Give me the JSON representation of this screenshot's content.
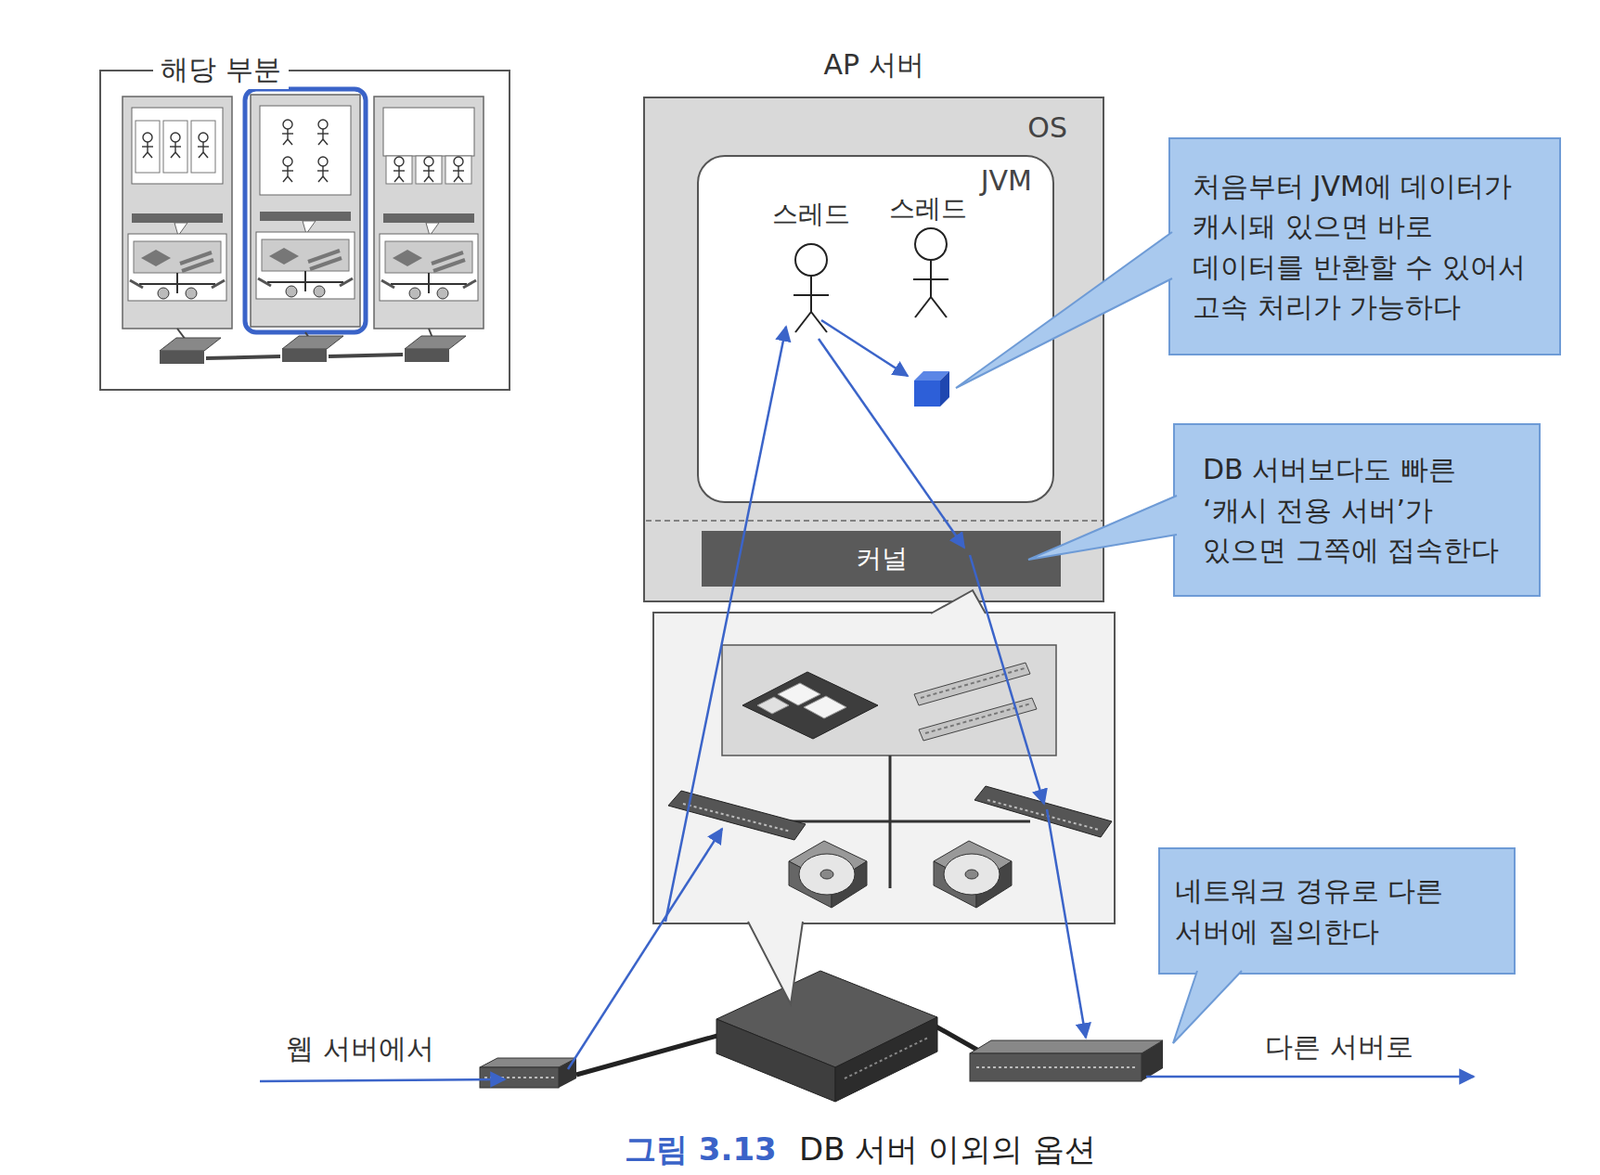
{
  "diagram": {
    "caption": "DB 서버 이외의 옵션",
    "nodes": [
      {
        "text": [
          "해당 부분"
        ]
      },
      {
        "text": [
          "AP 서버",
          "OS"
        ]
      },
      {
        "text": [
          "JVM"
        ],
        "in": 1
      },
      {
        "text": [
          "커널"
        ],
        "in": 1
      },
      {
        "text": [
          "처음부터 JVM에 데이터가 캐시돼 있으면 바로 데이터를 반환할 수 있어서 고속 처리가 가능하다"
        ]
      },
      {
        "text": [
          "DB 서버보다도 빠른 ‘캐시 전용 서버’가 있으면 그쪽에 접속한다"
        ]
      },
      {
        "text": [
          "네트워크 경유로 다른 서버에 질의한다"
        ]
      }
    ],
    "labels": [
      "스레드",
      "스레드",
      "웹 서버에서",
      "다른 서버로",
      "그림 3.13"
    ]
  }
}
